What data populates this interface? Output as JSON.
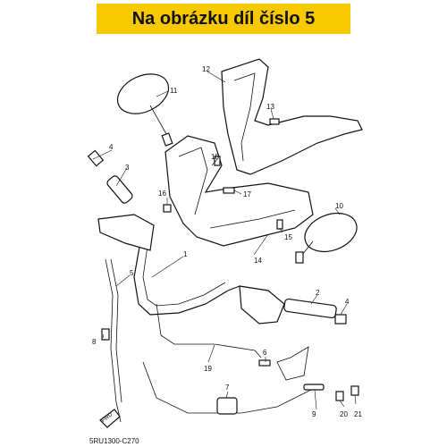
{
  "banner": {
    "text": "Na obrázku díl číslo 5",
    "color": "#f5c800"
  },
  "callouts": [
    "1",
    "2",
    "3",
    "4",
    "4",
    "5",
    "6",
    "7",
    "8",
    "9",
    "10",
    "11",
    "12",
    "13",
    "14",
    "15",
    "16",
    "17",
    "18",
    "19",
    "20",
    "21"
  ],
  "fwd_label": "FWD",
  "diagram_code": "5RU1300-C270"
}
